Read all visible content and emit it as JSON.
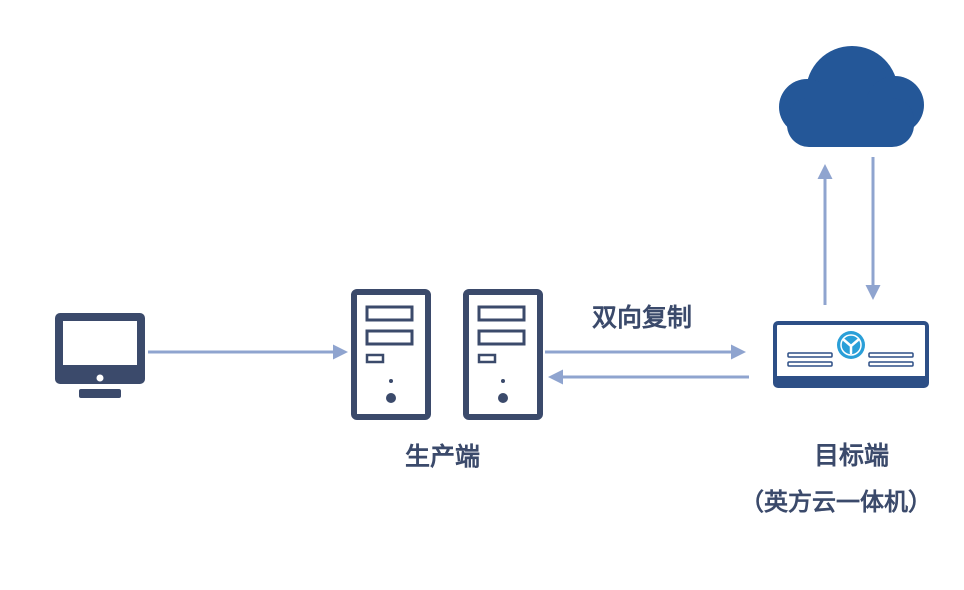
{
  "labels": {
    "replication": "双向复制",
    "production": "生产端",
    "target": "目标端",
    "target_sub": "（英方云一体机）"
  },
  "colors": {
    "device": "#3b4a6b",
    "arrow": "#8fa4cf",
    "cloud": "#245798",
    "logo": "#2a9fd8"
  },
  "icons": {
    "client": "monitor-icon",
    "production": "server-tower-icon",
    "target": "appliance-icon",
    "cloud": "cloud-icon"
  }
}
